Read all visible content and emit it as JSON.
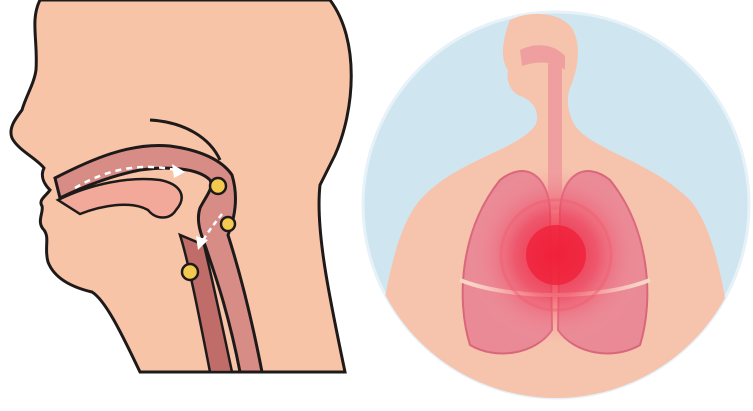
{
  "figures": [
    {
      "id": "throat-cross-section",
      "markers": 3,
      "colors": {
        "skin": "#f7c4a8",
        "airway": "#d88c86",
        "airway_dark": "#c06d69",
        "outline": "#1f1a1a",
        "marker": "#f3c94f",
        "arrow": "#ffffff"
      },
      "icons": [
        "head-profile-icon",
        "throat-airway-icon",
        "marker-dot-icon",
        "airflow-arrow-icon"
      ]
    },
    {
      "id": "lungs-torso",
      "colors": {
        "circle_bg": "#cfe6f1",
        "skin": "#f6c4ad",
        "lung": "#e98a96",
        "lung_dark": "#d9677a",
        "glow_core": "#f0203a",
        "trachea": "#ef9f9f"
      },
      "icons": [
        "torso-silhouette-icon",
        "lungs-icon",
        "inflammation-glow-icon"
      ]
    }
  ]
}
